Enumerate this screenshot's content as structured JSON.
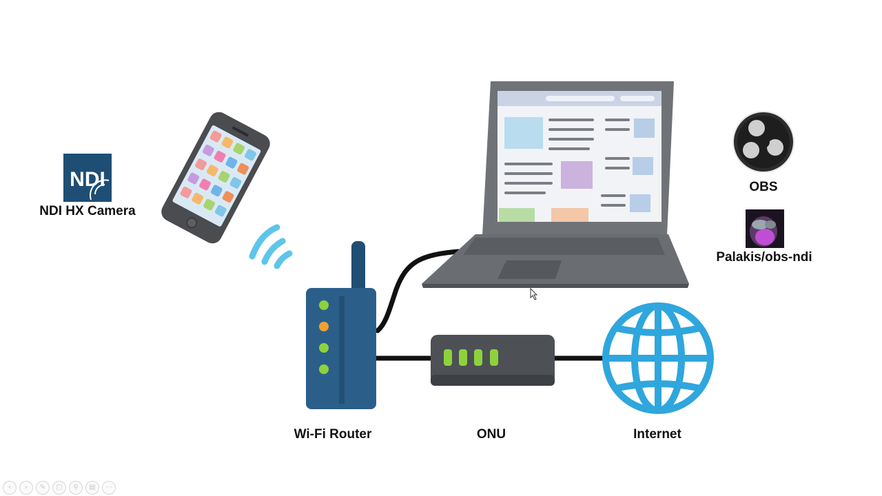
{
  "labels": {
    "camera": "NDI HX Camera",
    "obs": "OBS",
    "plugin": "Palakis/obs-ndi",
    "router": "Wi-Fi Router",
    "onu": "ONU",
    "internet": "Internet"
  },
  "logos": {
    "ndi_text": "NDI"
  },
  "icons": {
    "phone": "smartphone-icon",
    "wifi": "wifi-signal-icon",
    "router": "wifi-router-icon",
    "laptop": "laptop-icon",
    "onu": "onu-device-icon",
    "globe": "globe-icon",
    "obs": "obs-logo-icon",
    "plugin": "plugin-avatar-icon"
  },
  "colors": {
    "router_blue": "#2b5f8a",
    "laptop_gray": "#6f7378",
    "globe_blue": "#2fa6dd",
    "wifi_blue": "#5ec5ea",
    "led_green": "#8dd23c",
    "led_orange": "#f0a030",
    "ndi_bg": "#1f4e74"
  },
  "player_controls": [
    "prev",
    "next",
    "pen",
    "slides",
    "zoom",
    "subtitles",
    "more"
  ]
}
